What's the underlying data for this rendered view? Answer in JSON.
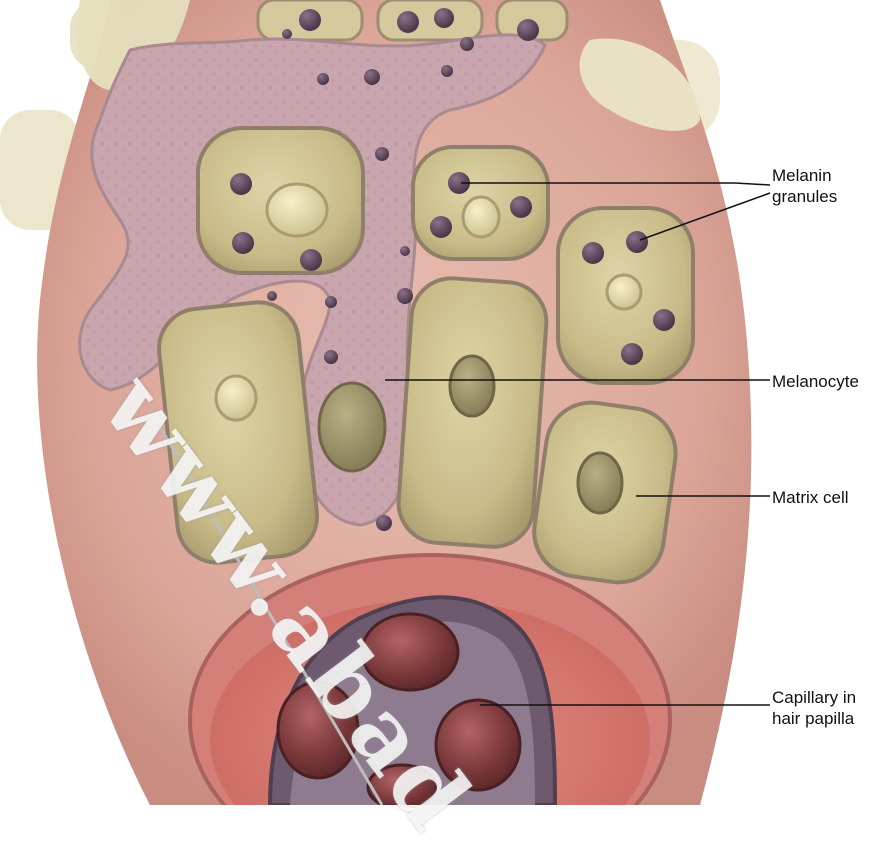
{
  "labels": {
    "melanin_granules_line1": "Melanin",
    "melanin_granules_line2": "granules",
    "melanocyte": "Melanocyte",
    "matrix_cell": "Matrix cell",
    "capillary_line1": "Capillary in",
    "capillary_line2": "hair papilla"
  },
  "watermark": "www.abad",
  "colors": {
    "background": "#ffffff",
    "skin": "#e3b2a6",
    "matrix_fill": "#cdc08e",
    "melanocyte_fill": "#c1a6a8",
    "granule": "#5b4558",
    "nucleus": "#ece3b4",
    "capillary_blood": "#7d3a3c",
    "papilla_wall": "#6e5a6e",
    "label_text": "#111111",
    "leader_line": "#111111"
  }
}
